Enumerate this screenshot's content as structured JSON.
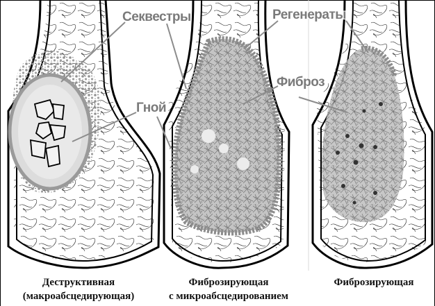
{
  "labels": {
    "sequestra": "Секвестры",
    "regenerates": "Регенераты",
    "fibrosis": "Фиброз",
    "pus": "Гной"
  },
  "panels": [
    {
      "caption_line1": "Деструктивная",
      "caption_line2": "(макроабсцедирующая)"
    },
    {
      "caption_line1": "Фиброзирующая",
      "caption_line2": "с микроабсцедированием"
    },
    {
      "caption_line1": "Фиброзирующая",
      "caption_line2": ""
    }
  ],
  "colors": {
    "regenerate_gray": "#8c8c8c",
    "sequestrum_fill": "#e6e6e6",
    "bone_outline": "#000000",
    "trabecula": "#222222",
    "fibrosis_dot": "#333333"
  }
}
